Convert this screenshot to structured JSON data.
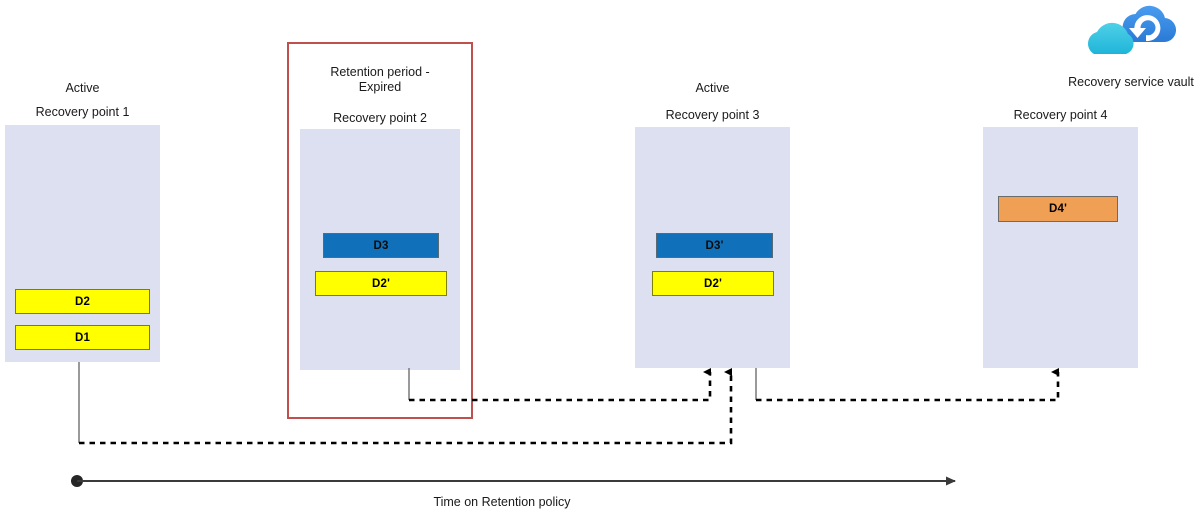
{
  "diagram": {
    "title": "Azure Backup recovery point chain over retention policy",
    "colors": {
      "box_fill": "#dce0f0",
      "yellow_chip": "#ffff00",
      "blue_chip": "#1071ba",
      "orange_chip": "#f0a055",
      "expired_border": "#c0504d",
      "connector": "#000000",
      "stub": "#808080"
    },
    "vault": {
      "icon": "recovery-service-vault-icon",
      "label": "Recovery service vault"
    },
    "timeline": {
      "label": "Time on Retention policy",
      "start_marker": "dot",
      "end_marker": "arrow"
    },
    "recovery_points": [
      {
        "id": "rp1",
        "status_label": "Active",
        "title": "Recovery point 1",
        "expired": false,
        "chips": [
          {
            "label": "D2",
            "color": "yellow"
          },
          {
            "label": "D1",
            "color": "yellow"
          }
        ]
      },
      {
        "id": "rp2",
        "status_label": "Retention period -\nExpired",
        "title": "Recovery point 2",
        "expired": true,
        "chips": [
          {
            "label": "D3",
            "color": "blue"
          },
          {
            "label": "D2'",
            "color": "yellow"
          }
        ]
      },
      {
        "id": "rp3",
        "status_label": "Active",
        "title": "Recovery point 3",
        "expired": false,
        "chips": [
          {
            "label": "D3'",
            "color": "blue"
          },
          {
            "label": "D2'",
            "color": "yellow"
          }
        ]
      },
      {
        "id": "rp4",
        "status_label": "",
        "title": "Recovery point 4",
        "expired": false,
        "chips": [
          {
            "label": "D4'",
            "color": "orange"
          }
        ]
      }
    ]
  }
}
